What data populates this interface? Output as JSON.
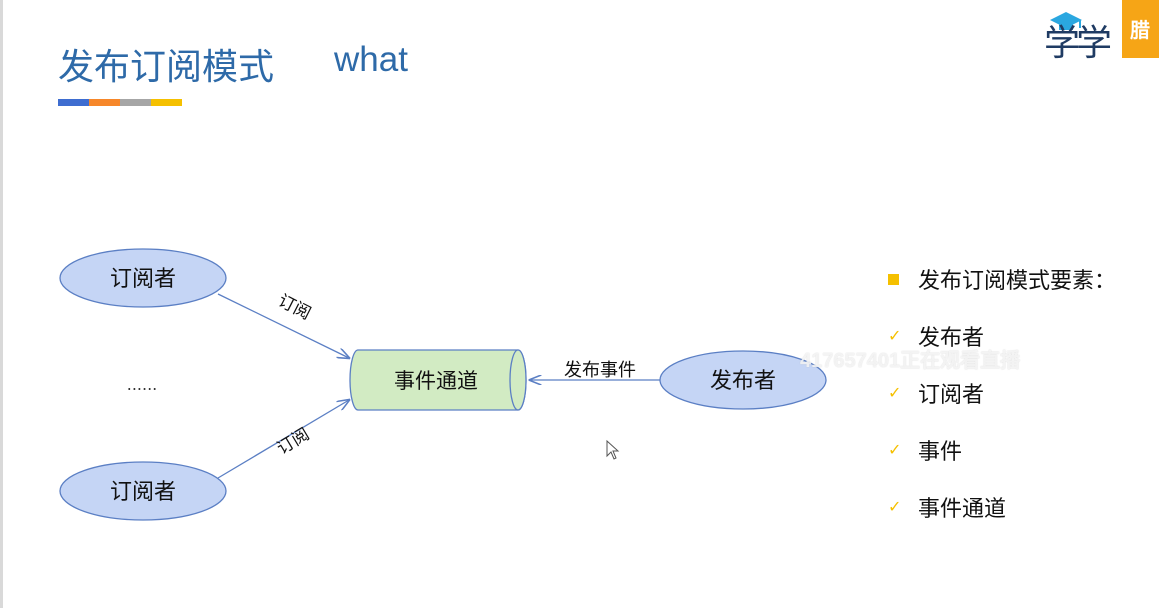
{
  "slide": {
    "title": "发布订阅模式",
    "subtitle": "what",
    "accent_colors": [
      "#3e6dd0",
      "#f6872a",
      "#a6a6a6",
      "#f5c000"
    ]
  },
  "logo": {
    "text": "学学",
    "badge": "腊",
    "icon": "graduation-cap-icon"
  },
  "diagram": {
    "subscriber_top": "订阅者",
    "subscriber_bottom": "订阅者",
    "ellipsis": "......",
    "channel": "事件通道",
    "publisher": "发布者",
    "edge_subscribe_top": "订阅",
    "edge_subscribe_bottom": "订阅",
    "edge_publish": "发布事件",
    "node_fill": "#c5d5f5",
    "channel_fill": "#d2ebc3"
  },
  "elements": {
    "heading": "发布订阅模式要素：",
    "items": [
      "发布者",
      "订阅者",
      "事件",
      "事件通道"
    ]
  },
  "watermark": "417657401正在观看直播"
}
